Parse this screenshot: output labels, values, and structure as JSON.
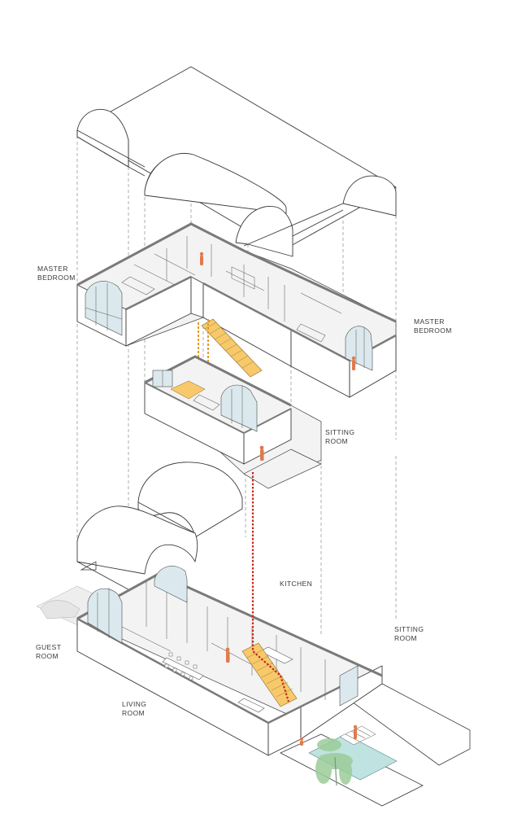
{
  "labels": {
    "master_bedroom_left": [
      "MASTER",
      "BEDROOM"
    ],
    "master_bedroom_right": [
      "MASTER",
      "BEDROOM"
    ],
    "sitting_room_upper": [
      "SITTING",
      "ROOM"
    ],
    "kitchen": [
      "KITCHEN"
    ],
    "sitting_room_lower": [
      "SITTING",
      "ROOM"
    ],
    "guest_room": [
      "GUEST",
      "ROOM"
    ],
    "living_room": [
      "LIVING",
      "ROOM"
    ]
  },
  "colors": {
    "line": "#3a3a3a",
    "wall_section": "#8c8c8c",
    "glazing": "#dbe9ee",
    "stair": "#f7c96a",
    "stair_path": "#e69a22",
    "circulation_path": "#c8281e",
    "person": "#e07a4c",
    "pool": "#bfe3e0",
    "plant": "#9ccc9a"
  }
}
